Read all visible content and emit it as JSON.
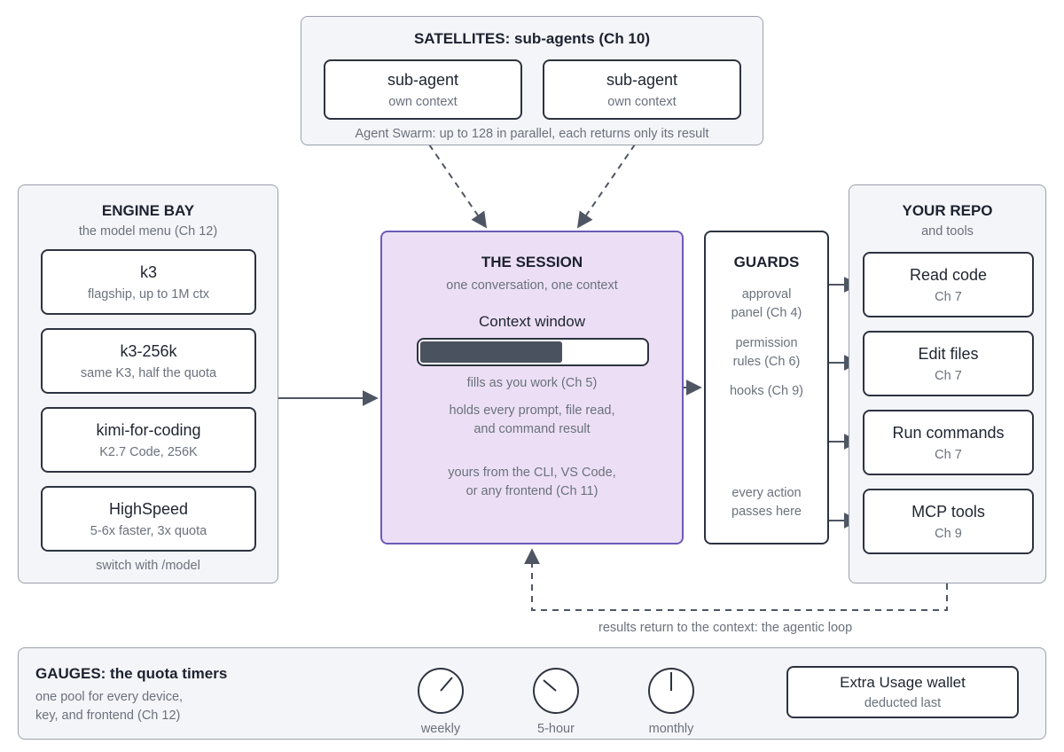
{
  "satellites": {
    "title": "SATELLITES: sub-agents (Ch 10)",
    "cards": [
      {
        "title": "sub-agent",
        "sub": "own context"
      },
      {
        "title": "sub-agent",
        "sub": "own context"
      }
    ],
    "footer": "Agent Swarm: up to 128 in parallel, each returns only its result"
  },
  "engine_bay": {
    "title": "ENGINE BAY",
    "subtitle": "the model menu (Ch 12)",
    "models": [
      {
        "name": "k3",
        "desc": "flagship, up to 1M ctx"
      },
      {
        "name": "k3-256k",
        "desc": "same K3, half the quota"
      },
      {
        "name": "kimi-for-coding",
        "desc": "K2.7 Code, 256K"
      },
      {
        "name": "HighSpeed",
        "desc": "5-6x faster, 3x quota"
      }
    ],
    "footer": "switch with /model"
  },
  "session": {
    "title": "THE SESSION",
    "subtitle": "one conversation, one context",
    "context_label": "Context window",
    "context_fill": 0.62,
    "fill_note": "fills as you work (Ch 5)",
    "holds_line1": "holds every prompt, file read,",
    "holds_line2": "and command result",
    "frontend_line1": "yours from the CLI, VS Code,",
    "frontend_line2": "or any frontend (Ch 11)"
  },
  "guards": {
    "title": "GUARDS",
    "items": [
      {
        "line1": "approval",
        "line2": "panel (Ch 4)"
      },
      {
        "line1": "permission",
        "line2": "rules (Ch 6)"
      },
      {
        "line1": "hooks (Ch 9)",
        "line2": ""
      }
    ],
    "footer_line1": "every action",
    "footer_line2": "passes here"
  },
  "repo": {
    "title": "YOUR REPO",
    "subtitle": "and tools",
    "tools": [
      {
        "name": "Read code",
        "chapter": "Ch 7"
      },
      {
        "name": "Edit files",
        "chapter": "Ch 7"
      },
      {
        "name": "Run commands",
        "chapter": "Ch 7"
      },
      {
        "name": "MCP tools",
        "chapter": "Ch 9"
      }
    ]
  },
  "loop_label": "results return to the context: the agentic loop",
  "gauges": {
    "title": "GAUGES: the quota timers",
    "desc_line1": "one pool for every device,",
    "desc_line2": "key, and frontend (Ch 12)",
    "dials": [
      {
        "label": "weekly",
        "icon": "gauge-icon"
      },
      {
        "label": "5-hour",
        "icon": "gauge-icon"
      },
      {
        "label": "monthly",
        "icon": "gauge-icon"
      }
    ],
    "wallet": {
      "title": "Extra Usage wallet",
      "sub": "deducted last"
    }
  },
  "colors": {
    "session_fill": "#ecdff5",
    "session_border": "#6d5bb8",
    "panel_fill": "#f4f5f8",
    "ink": "#2d3340",
    "context_bar": "#4a5260"
  }
}
